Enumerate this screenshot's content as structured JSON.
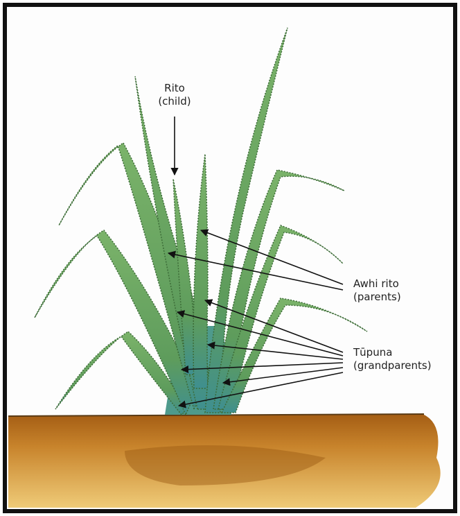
{
  "labels": {
    "rito": {
      "name": "Rito",
      "meaning": "(child)"
    },
    "awhi_rito": {
      "name": "Awhi rito",
      "meaning": "(parents)"
    },
    "tupuna": {
      "name": "Tūpuna",
      "meaning": "(grandparents)"
    }
  },
  "colors": {
    "leaf": "#6fa55e",
    "leaf_dark": "#3f6e3a",
    "leaf_base": "#4f9a8e",
    "soil": "#b8701f",
    "soil_light": "#e0b45a",
    "frame": "#111111",
    "arrow": "#111111"
  }
}
